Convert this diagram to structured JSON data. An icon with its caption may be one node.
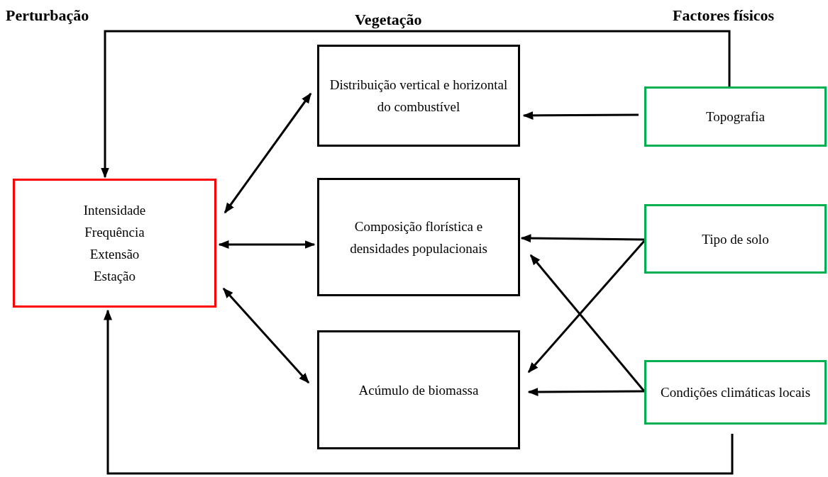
{
  "diagram": {
    "nodes": [
      {
        "text": [
          "Intensidade",
          "Frequência",
          "Extensão",
          "Estação"
        ]
      },
      {
        "text": [
          "Distribuição vertical e horizontal do combustível"
        ]
      },
      {
        "text": [
          "Composição florística e densidades populacionais"
        ]
      },
      {
        "text": [
          "Acúmulo de biomassa"
        ]
      },
      {
        "text": [
          "Topografia"
        ]
      },
      {
        "text": [
          "Tipo de solo"
        ]
      },
      {
        "text": [
          "Condições climáticas locais"
        ]
      }
    ],
    "edges": [
      {
        "from": 0,
        "to": 1,
        "arrow": "both"
      },
      {
        "from": 0,
        "to": 2,
        "arrow": "both"
      },
      {
        "from": 0,
        "to": 3,
        "arrow": "both"
      },
      {
        "from": 4,
        "to": 1,
        "arrow": "to"
      },
      {
        "from": 5,
        "to": 2,
        "arrow": "to"
      },
      {
        "from": 5,
        "to": 3,
        "arrow": "to"
      },
      {
        "from": 6,
        "to": 2,
        "arrow": "to"
      },
      {
        "from": 6,
        "to": 3,
        "arrow": "to"
      },
      {
        "from": 4,
        "to": 0,
        "arrow": "to"
      },
      {
        "from": 6,
        "to": 0,
        "arrow": "to"
      }
    ],
    "labels": [
      "Perturbação",
      "Vegetação",
      "Factores físicos"
    ]
  }
}
